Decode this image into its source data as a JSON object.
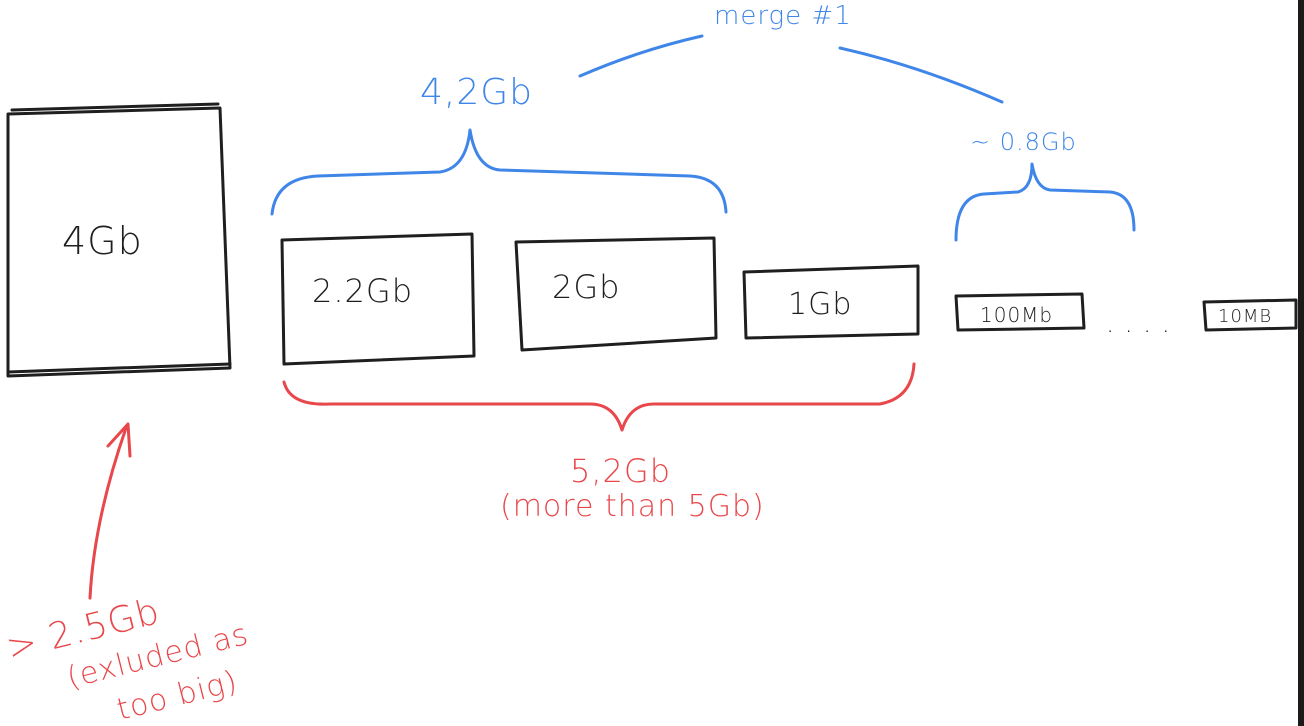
{
  "segments": {
    "big": "4Gb",
    "seg1": "2.2Gb",
    "seg2": "2Gb",
    "seg3": "1Gb",
    "small1": "100Mb",
    "ellipsis": ". . . .",
    "small2": "10MB"
  },
  "annotations": {
    "merge": "merge #1",
    "blue_group": "4,2Gb",
    "blue_small_group": "~ 0.8Gb",
    "red_group_size": "5,2Gb",
    "red_group_note": "(more than 5Gb)",
    "excluded_line1": "> 2.5Gb",
    "excluded_line2": "(exluded as",
    "excluded_line3": "too big)"
  },
  "colors": {
    "ink": "#1f1f1f",
    "blue": "#3f86e8",
    "red": "#e8474b"
  }
}
